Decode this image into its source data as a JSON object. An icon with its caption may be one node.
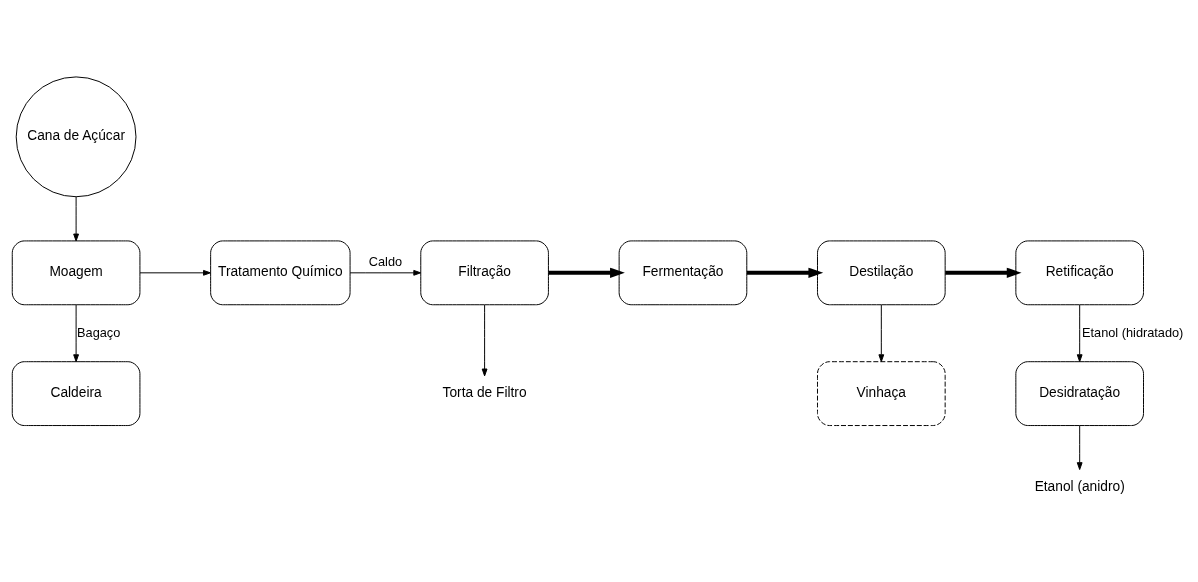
{
  "diagram": {
    "nodes": [
      {
        "text": [
          "Cana de Açúcar"
        ]
      },
      {
        "text": [
          "Moagem"
        ]
      },
      {
        "text": [
          "Tratamento Químico"
        ]
      },
      {
        "text": [
          "Filtração"
        ]
      },
      {
        "text": [
          "Fermentação"
        ]
      },
      {
        "text": [
          "Destilação"
        ]
      },
      {
        "text": [
          "Retificação"
        ]
      },
      {
        "text": [
          "Caldeira"
        ]
      },
      {
        "text": [
          "Torta de Filtro"
        ]
      },
      {
        "text": [
          "Vinhaça"
        ]
      },
      {
        "text": [
          "Desidratação"
        ]
      },
      {
        "text": [
          "Etanol (anidro)"
        ]
      }
    ],
    "edges": [
      {
        "from": 0,
        "to": 1,
        "arrow": "to"
      },
      {
        "from": 1,
        "to": 2,
        "arrow": "to"
      },
      {
        "from": 2,
        "to": 3,
        "arrow": "to",
        "label": "Caldo"
      },
      {
        "from": 3,
        "to": 4,
        "arrow": "to",
        "style": "thick"
      },
      {
        "from": 4,
        "to": 5,
        "arrow": "to",
        "style": "thick"
      },
      {
        "from": 5,
        "to": 6,
        "arrow": "to",
        "style": "thick"
      },
      {
        "from": 1,
        "to": 7,
        "arrow": "to",
        "label": "Bagaço"
      },
      {
        "from": 3,
        "to": 8,
        "arrow": "to"
      },
      {
        "from": 5,
        "to": 9,
        "arrow": "to"
      },
      {
        "from": 6,
        "to": 10,
        "arrow": "to",
        "label": "Etanol (hidratado)"
      },
      {
        "from": 10,
        "to": 11,
        "arrow": "to"
      }
    ]
  }
}
